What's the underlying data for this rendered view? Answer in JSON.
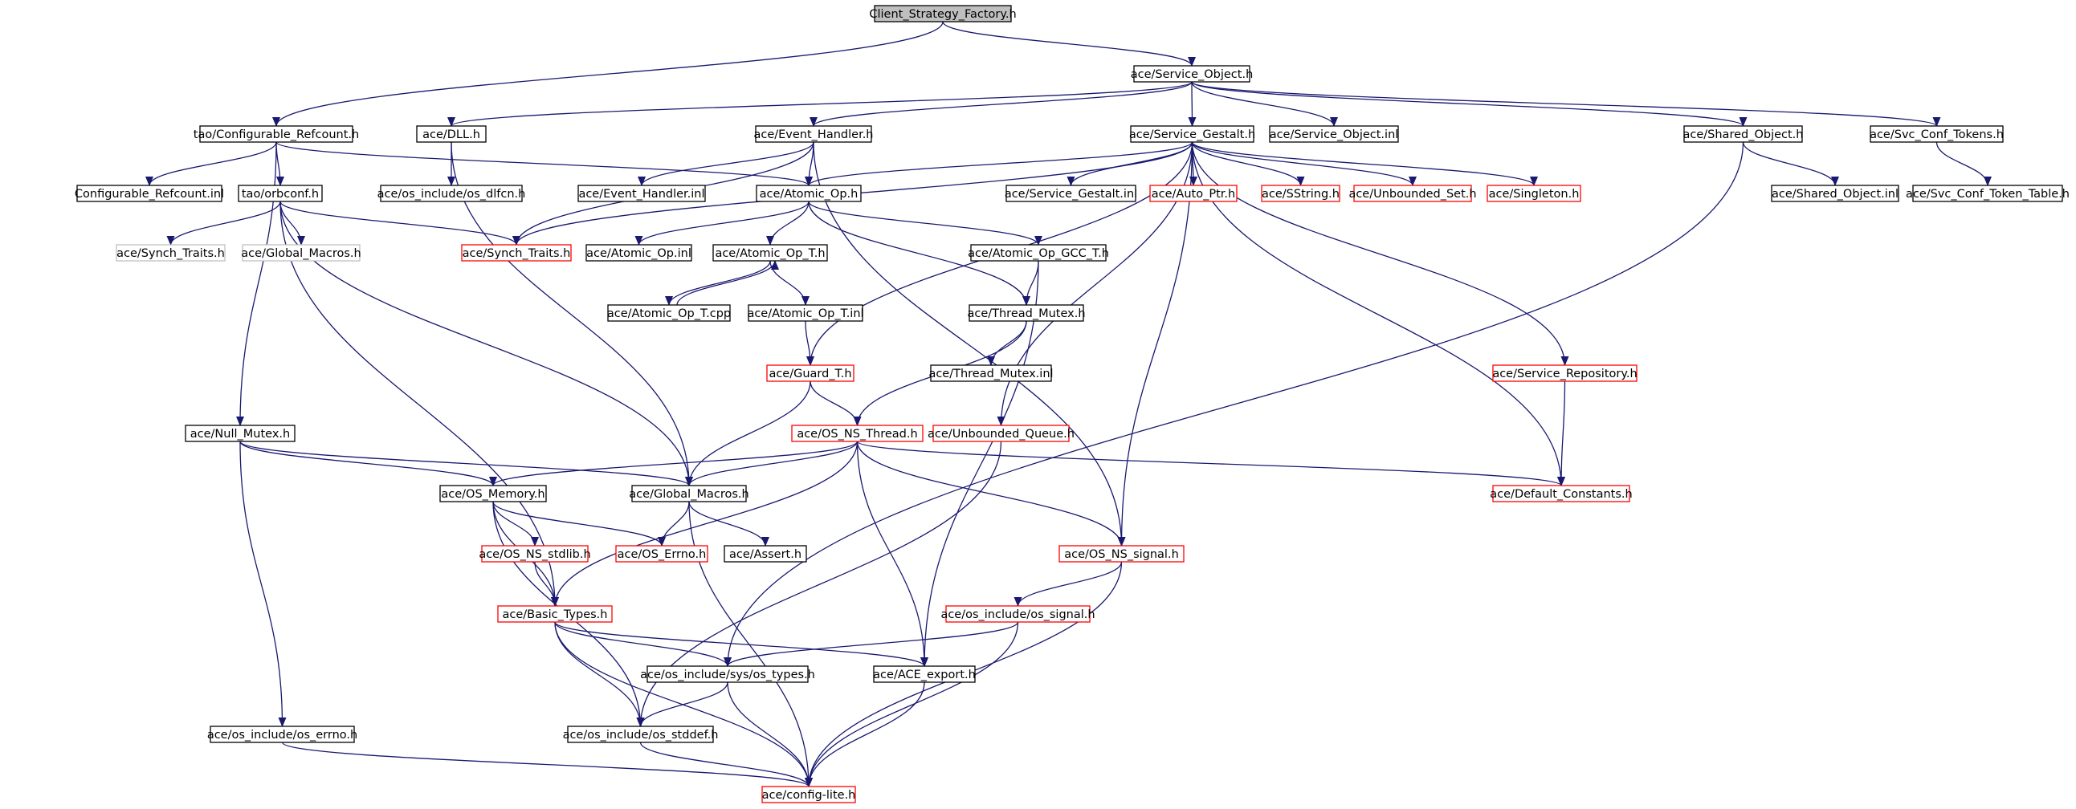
{
  "colors": {
    "edge": "#191970",
    "normal_border": "#000000",
    "missing_border": "#ff0000",
    "external_border": "#bfbfbf",
    "root_fill": "#bfbfbf",
    "node_fill": "#ffffff",
    "text": "#000000"
  },
  "nodes": [
    {
      "id": "root",
      "label": "Client_Strategy_Factory.h",
      "type": "root"
    },
    {
      "id": "svcobj",
      "label": "ace/Service_Object.h",
      "type": "normal"
    },
    {
      "id": "cfgrc",
      "label": "tao/Configurable_Refcount.h",
      "type": "normal"
    },
    {
      "id": "dll",
      "label": "ace/DLL.h",
      "type": "normal"
    },
    {
      "id": "evh",
      "label": "ace/Event_Handler.h",
      "type": "normal"
    },
    {
      "id": "gestalt",
      "label": "ace/Service_Gestalt.h",
      "type": "normal"
    },
    {
      "id": "svcobjinl",
      "label": "ace/Service_Object.inl",
      "type": "normal"
    },
    {
      "id": "shobj",
      "label": "ace/Shared_Object.h",
      "type": "normal"
    },
    {
      "id": "svctok",
      "label": "ace/Svc_Conf_Tokens.h",
      "type": "normal"
    },
    {
      "id": "cfgrcinl",
      "label": "Configurable_Refcount.inl",
      "type": "normal"
    },
    {
      "id": "orbconf",
      "label": "tao/orbconf.h",
      "type": "normal"
    },
    {
      "id": "dlfcn",
      "label": "ace/os_include/os_dlfcn.h",
      "type": "normal"
    },
    {
      "id": "evhinl",
      "label": "ace/Event_Handler.inl",
      "type": "normal"
    },
    {
      "id": "atomop",
      "label": "ace/Atomic_Op.h",
      "type": "normal"
    },
    {
      "id": "gestaltinl",
      "label": "ace/Service_Gestalt.inl",
      "type": "normal"
    },
    {
      "id": "autoptr",
      "label": "ace/Auto_Ptr.h",
      "type": "missing"
    },
    {
      "id": "sstring",
      "label": "ace/SString.h",
      "type": "missing"
    },
    {
      "id": "unbset",
      "label": "ace/Unbounded_Set.h",
      "type": "missing"
    },
    {
      "id": "singleton",
      "label": "ace/Singleton.h",
      "type": "missing"
    },
    {
      "id": "shobjinl",
      "label": "ace/Shared_Object.inl",
      "type": "normal"
    },
    {
      "id": "toktable",
      "label": "ace/Svc_Conf_Token_Table.h",
      "type": "normal"
    },
    {
      "id": "synchtr1",
      "label": "ace/Synch_Traits.h",
      "type": "external"
    },
    {
      "id": "globmac1",
      "label": "ace/Global_Macros.h",
      "type": "external"
    },
    {
      "id": "synchtr",
      "label": "ace/Synch_Traits.h",
      "type": "missing"
    },
    {
      "id": "atomopinl",
      "label": "ace/Atomic_Op.inl",
      "type": "normal"
    },
    {
      "id": "atomopt",
      "label": "ace/Atomic_Op_T.h",
      "type": "normal"
    },
    {
      "id": "atomopgcc",
      "label": "ace/Atomic_Op_GCC_T.h",
      "type": "normal"
    },
    {
      "id": "atomoptcpp",
      "label": "ace/Atomic_Op_T.cpp",
      "type": "normal"
    },
    {
      "id": "atomoptinl",
      "label": "ace/Atomic_Op_T.inl",
      "type": "normal"
    },
    {
      "id": "thrmutex",
      "label": "ace/Thread_Mutex.h",
      "type": "normal"
    },
    {
      "id": "thrmutexinl",
      "label": "ace/Thread_Mutex.inl",
      "type": "normal"
    },
    {
      "id": "guardt",
      "label": "ace/Guard_T.h",
      "type": "missing"
    },
    {
      "id": "svcrepo",
      "label": "ace/Service_Repository.h",
      "type": "missing"
    },
    {
      "id": "nullmutex",
      "label": "ace/Null_Mutex.h",
      "type": "normal"
    },
    {
      "id": "osnsthr",
      "label": "ace/OS_NS_Thread.h",
      "type": "missing"
    },
    {
      "id": "unbqueue",
      "label": "ace/Unbounded_Queue.h",
      "type": "missing"
    },
    {
      "id": "osmem",
      "label": "ace/OS_Memory.h",
      "type": "normal"
    },
    {
      "id": "globmac",
      "label": "ace/Global_Macros.h",
      "type": "normal"
    },
    {
      "id": "defconst",
      "label": "ace/Default_Constants.h",
      "type": "missing"
    },
    {
      "id": "osnsstdlib",
      "label": "ace/OS_NS_stdlib.h",
      "type": "missing"
    },
    {
      "id": "oserrno",
      "label": "ace/OS_Errno.h",
      "type": "missing"
    },
    {
      "id": "assert",
      "label": "ace/Assert.h",
      "type": "normal"
    },
    {
      "id": "osnssignal",
      "label": "ace/OS_NS_signal.h",
      "type": "missing"
    },
    {
      "id": "basictypes",
      "label": "ace/Basic_Types.h",
      "type": "missing"
    },
    {
      "id": "ossignal",
      "label": "ace/os_include/os_signal.h",
      "type": "missing"
    },
    {
      "id": "systypes",
      "label": "ace/os_include/sys/os_types.h",
      "type": "normal"
    },
    {
      "id": "aceexport",
      "label": "ace/ACE_export.h",
      "type": "normal"
    },
    {
      "id": "oserrnoinc",
      "label": "ace/os_include/os_errno.h",
      "type": "normal"
    },
    {
      "id": "osstddef",
      "label": "ace/os_include/os_stddef.h",
      "type": "normal"
    },
    {
      "id": "configlite",
      "label": "ace/config-lite.h",
      "type": "missing"
    }
  ]
}
